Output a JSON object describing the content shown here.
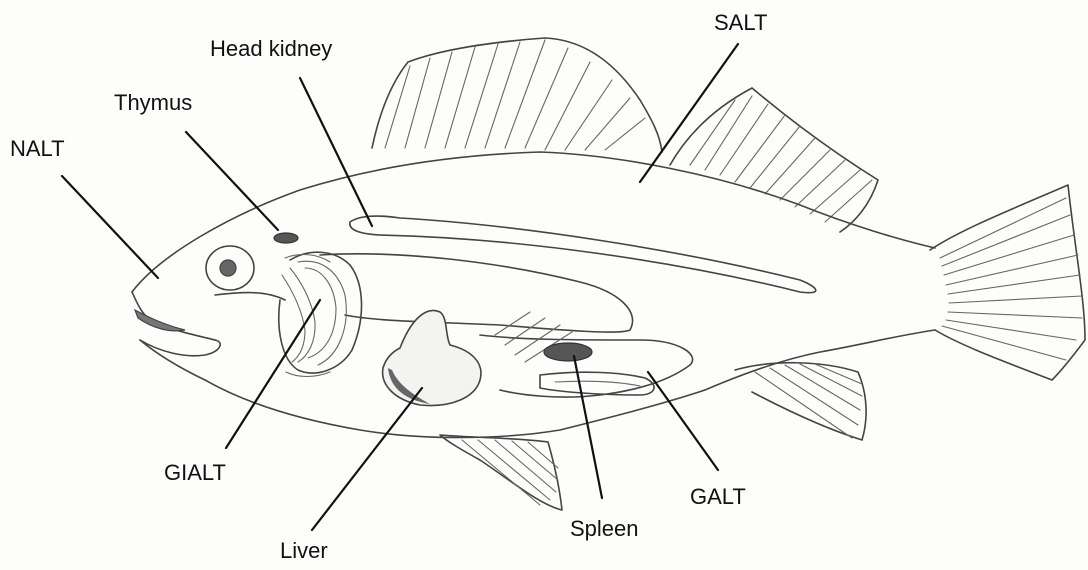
{
  "labels": {
    "nalt": "NALT",
    "thymus": "Thymus",
    "head_kidney": "Head kidney",
    "salt": "SALT",
    "gialt": "GIALT",
    "liver": "Liver",
    "spleen": "Spleen",
    "galt": "GALT"
  },
  "colors": {
    "ink": "#111111",
    "pencil": "#444444",
    "organ_fill": "#555555",
    "background": "#fdfdfc"
  }
}
